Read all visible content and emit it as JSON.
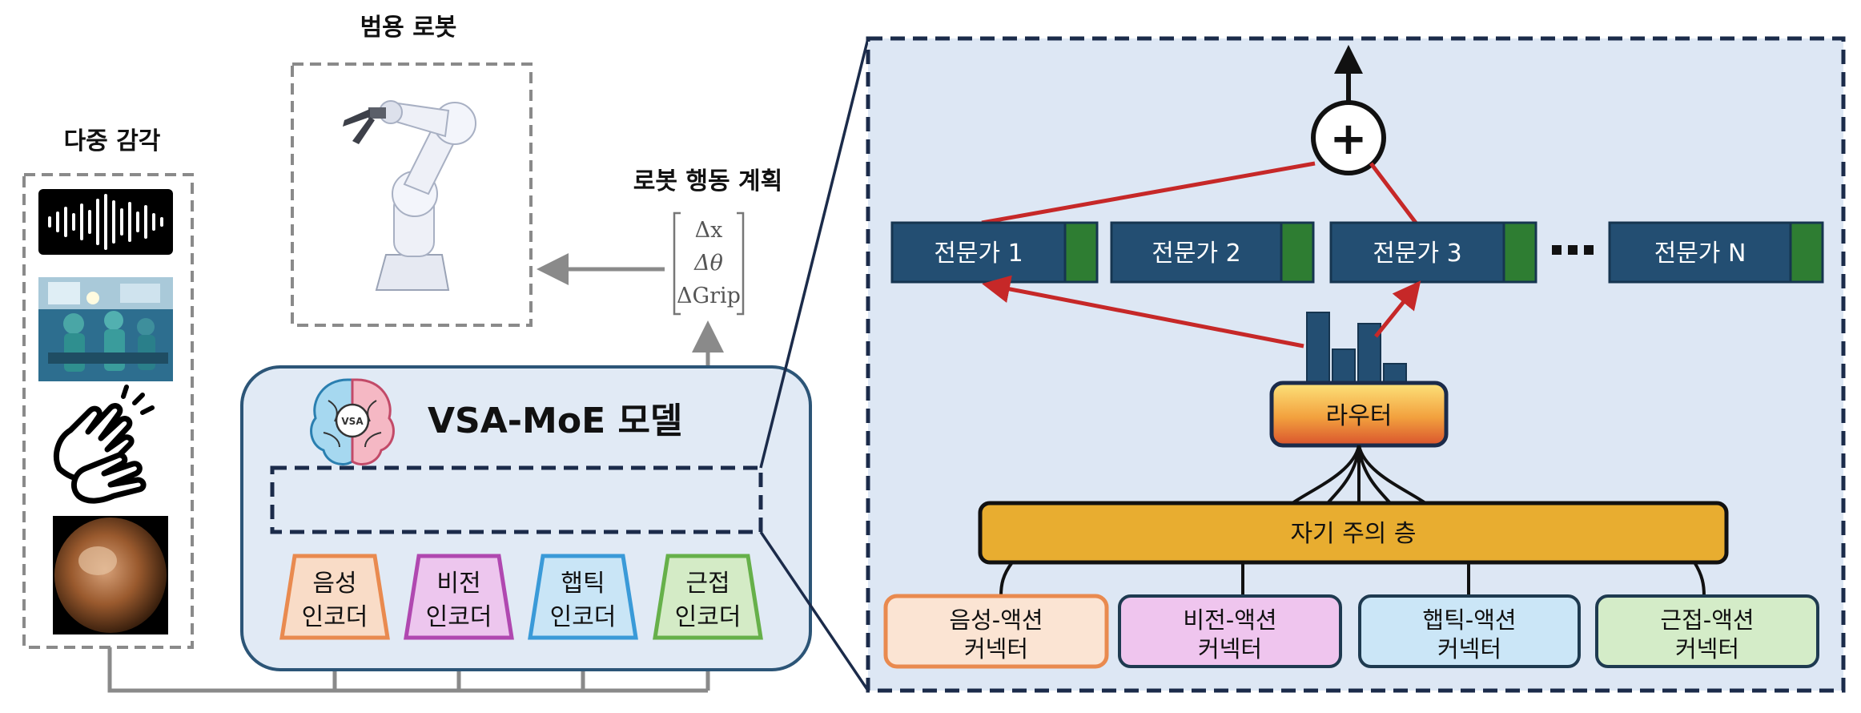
{
  "labels": {
    "multisensory": "다중 감각",
    "general_robot": "범용 로봇",
    "robot_action_plan": "로봇 행동 계획",
    "model_title": "VSA-MoE 모델",
    "brain_logo": "VSA"
  },
  "action_vector": [
    "Δx",
    "Δθ",
    "ΔGrip"
  ],
  "encoders": [
    {
      "line1": "음성",
      "line2": "인코더",
      "color": "#e98a4f",
      "fill": "#f9dcc7"
    },
    {
      "line1": "비전",
      "line2": "인코더",
      "color": "#b048b0",
      "fill": "#edc6ee"
    },
    {
      "line1": "햅틱",
      "line2": "인코더",
      "color": "#3a9ad8",
      "fill": "#c9e5f6"
    },
    {
      "line1": "근접",
      "line2": "인코더",
      "color": "#66b04a",
      "fill": "#d4ebc6"
    }
  ],
  "experts": [
    "전문가 1",
    "전문가 2",
    "전문가 3",
    "전문가 N"
  ],
  "router": "라우터",
  "self_attention": "자기 주의 층",
  "connectors": [
    {
      "line1": "음성-액션",
      "line2": "커넥터",
      "color": "#e98a4f",
      "fill": "#fbe4d3"
    },
    {
      "line1": "비전-액션",
      "line2": "커넥터",
      "color": "#1e3a50",
      "fill": "#efc5ee"
    },
    {
      "line1": "햅틱-액션",
      "line2": "커넥터",
      "color": "#1e3a50",
      "fill": "#cbe6f7"
    },
    {
      "line1": "근접-액션",
      "line2": "커넥터",
      "color": "#1e3a50",
      "fill": "#d4ecc8"
    }
  ],
  "plus_symbol": "+",
  "colors": {
    "expert_blue": "#234e72",
    "expert_green": "#2e7d32",
    "route_red": "#c62828",
    "panel_fill": "#dde7f4",
    "dashed_navy": "#1b2b4a",
    "attention_fill": "#e8ad30",
    "gray_arrow": "#8a8a8a"
  }
}
